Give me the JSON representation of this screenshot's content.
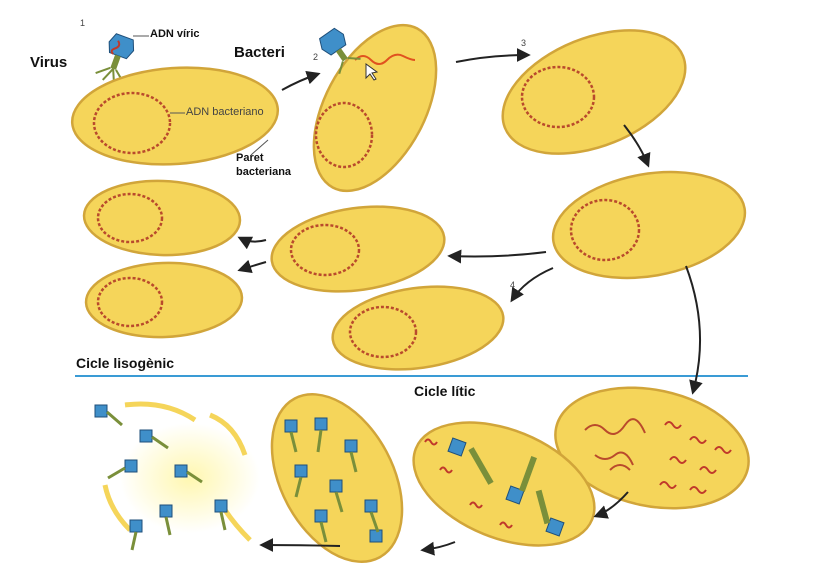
{
  "labels": {
    "virus": "Virus",
    "bacteri": "Bacteri",
    "adn_viric": "ADN víric",
    "adn_bacteriano": "ADN bacteriano",
    "paret_line1": "Paret",
    "paret_line2": "bacteriana",
    "cicle_lisogenic": "Cicle lisogènic",
    "cicle_litic": "Cicle lític"
  },
  "steps": {
    "s1": "1",
    "s2": "2",
    "s3": "3",
    "s4": "4"
  },
  "colors": {
    "cell_fill": "#f5d55a",
    "cell_stroke": "#d1a53a",
    "dna": "#b94a2c",
    "viral_dna": "#e0521f",
    "divider": "#3a9bd5",
    "phage_head": "#3f8fc9",
    "phage_tail": "#7a8f3a",
    "arrow": "#222222"
  }
}
